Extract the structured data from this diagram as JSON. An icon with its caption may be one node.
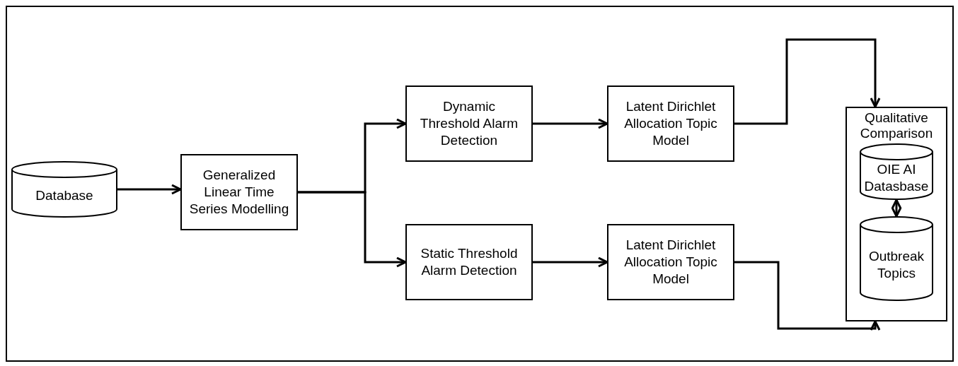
{
  "diagram": {
    "nodes": [
      {
        "text": [
          "Database"
        ]
      },
      {
        "text": [
          "Generalized Linear Time Series Modelling"
        ]
      },
      {
        "text": [
          "Dynamic Threshold Alarm Detection"
        ]
      },
      {
        "text": [
          "Static Threshold Alarm Detection"
        ]
      },
      {
        "text": [
          "Latent Dirichlet Allocation Topic Model"
        ]
      },
      {
        "text": [
          "Latent Dirichlet Allocation Topic Model"
        ]
      },
      {
        "text": [
          "Qualitative Comparison"
        ]
      },
      {
        "text": [
          "OIE AI Datasbase"
        ],
        "in": 6
      },
      {
        "text": [
          "Outbreak Topics"
        ],
        "in": 6
      }
    ],
    "edges": [
      {
        "from": 0,
        "to": 1,
        "arrow": "to"
      },
      {
        "from": 1,
        "to": 2,
        "arrow": "to"
      },
      {
        "from": 1,
        "to": 3,
        "arrow": "to"
      },
      {
        "from": 2,
        "to": 4,
        "arrow": "to"
      },
      {
        "from": 3,
        "to": 5,
        "arrow": "to"
      },
      {
        "from": 4,
        "to": 6,
        "arrow": "to"
      },
      {
        "from": 5,
        "to": 6,
        "arrow": "to"
      },
      {
        "from": 7,
        "to": 8,
        "arrow": "both"
      }
    ]
  }
}
